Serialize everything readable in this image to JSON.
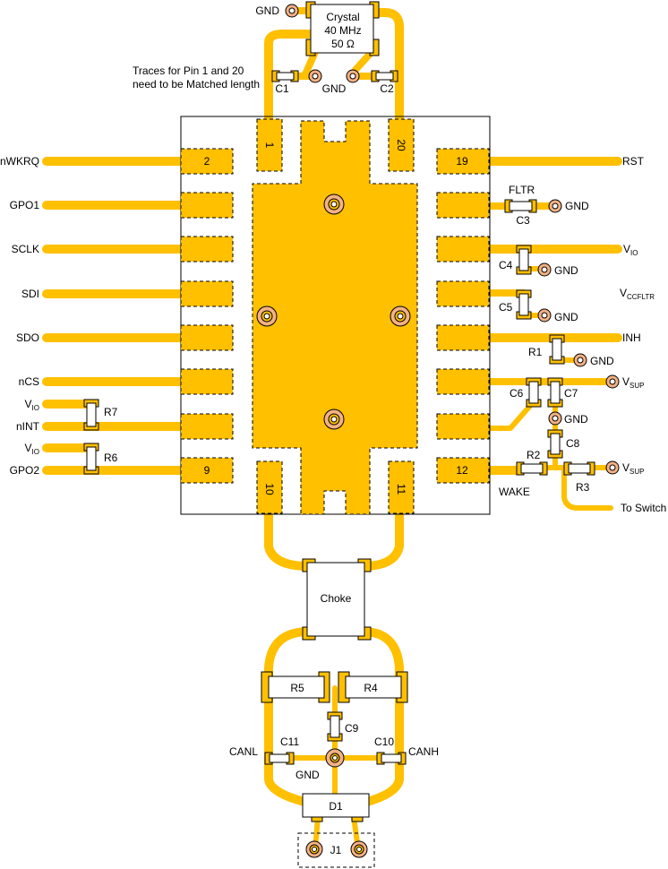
{
  "colors": {
    "copper": "#FFC000",
    "via_ring": "#F4B183",
    "outline": "#000000",
    "background": "#FFFFFF"
  },
  "crystal": {
    "line1": "Crystal",
    "line2": "40 MHz",
    "line3": "50 Ω"
  },
  "note": {
    "line1": "Traces for Pin 1 and 20",
    "line2": "need to be Matched length"
  },
  "pins": {
    "p1": "1",
    "p2": "2",
    "p9": "9",
    "p10": "10",
    "p11": "11",
    "p12": "12",
    "p19": "19",
    "p20": "20"
  },
  "nets": {
    "gnd": "GND",
    "nwkrq": "nWKRQ",
    "gpo1": "GPO1",
    "sclk": "SCLK",
    "sdi": "SDI",
    "sdo": "SDO",
    "ncs": "nCS",
    "vio_base": "V",
    "vio_sub": "IO",
    "nint": "nINT",
    "gpo2": "GPO2",
    "rst": "RST",
    "fltr": "FLTR",
    "vccfltr_base": "V",
    "vccfltr_sub": "CCFLTR",
    "inh": "INH",
    "vsup_base": "V",
    "vsup_sub": "SUP",
    "wake": "WAKE",
    "to_switch": "To Switch",
    "canl": "CANL",
    "canh": "CANH"
  },
  "components": {
    "c1": "C1",
    "c2": "C2",
    "c3": "C3",
    "c4": "C4",
    "c5": "C5",
    "c6": "C6",
    "c7": "C7",
    "c8": "C8",
    "c9": "C9",
    "c10": "C10",
    "c11": "C11",
    "r1": "R1",
    "r2": "R2",
    "r3": "R3",
    "r4": "R4",
    "r5": "R5",
    "r6": "R6",
    "r7": "R7",
    "choke": "Choke",
    "d1": "D1",
    "j1": "J1"
  }
}
